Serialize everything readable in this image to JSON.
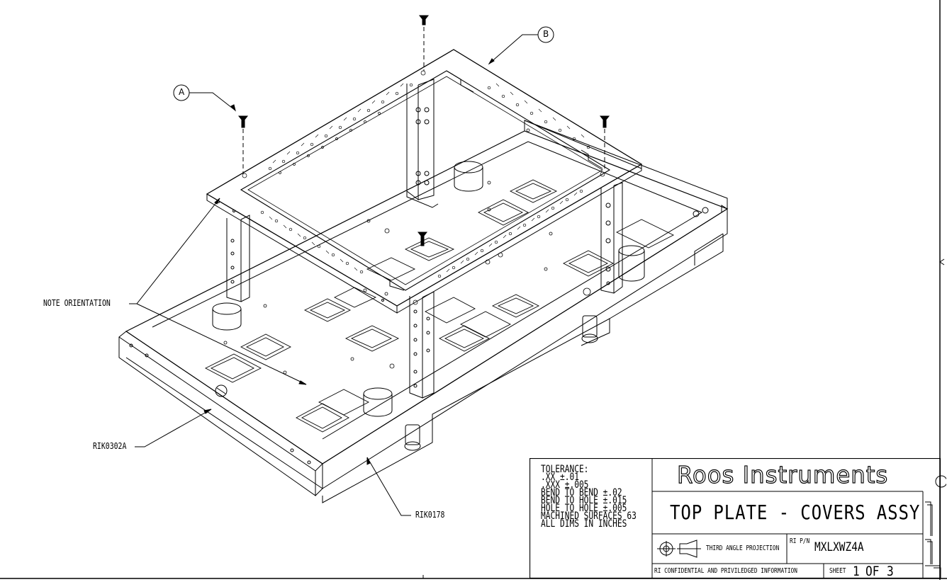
{
  "callouts": {
    "a": "A",
    "b": "B",
    "note_orientation": "NOTE ORIENTATION",
    "rik0302a": "RIK0302A",
    "rik0178": "RIK0178"
  },
  "title_block": {
    "tolerance": [
      "TOLERANCE:",
      ".XX ±.01",
      ".XXX ±.005",
      "BEND TO BEND ±.02",
      "BEND TO HOLE ±.015",
      "HOLE TO HOLE ±.005",
      "MACHINED SURFACES 63",
      "ALL DIMS IN INCHES"
    ],
    "company": "Roos Instruments",
    "title": "TOP PLATE - COVERS ASSY",
    "projection": "THIRD ANGLE PROJECTION",
    "pn_label": "RI P/N",
    "part_number": "MXLXWZ4A",
    "confidential": "RI CONFIDENTIAL AND PRIVILEDGED INFORMATION",
    "sheet_label": "SHEET",
    "sheet_number": "1",
    "of_label": "OF",
    "sheet_total": "3"
  }
}
